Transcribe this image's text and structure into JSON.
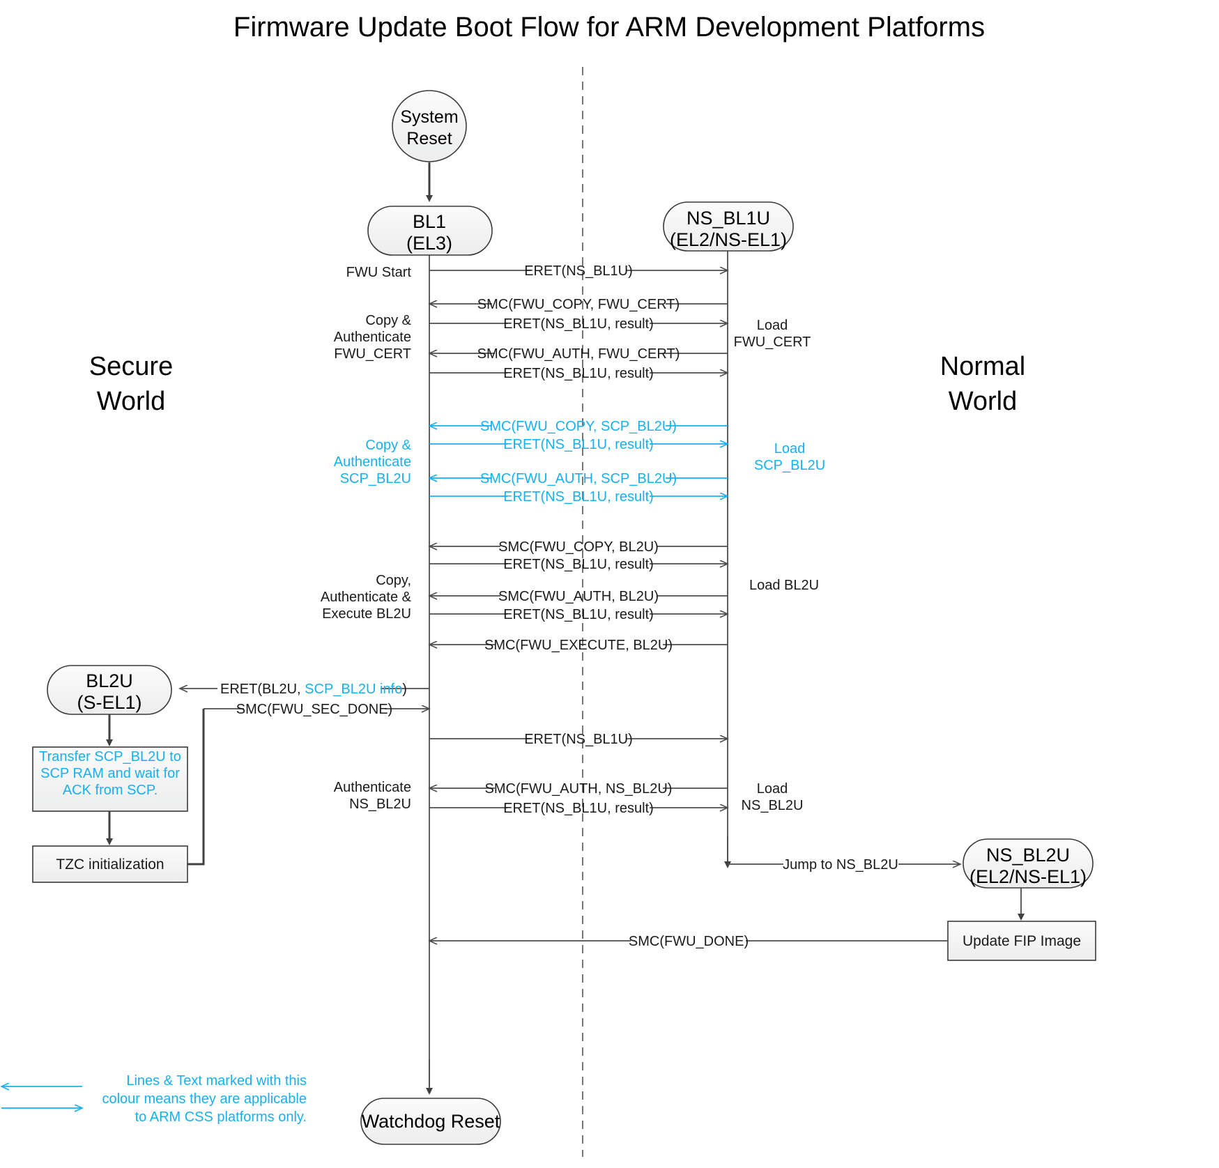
{
  "title": "Firmware Update Boot Flow for ARM Development Platforms",
  "colors": {
    "accent_cyan": "#17b0ef",
    "line_gray": "#4d4d4d",
    "node_fill": "#f2f2f2",
    "text": "#000000"
  },
  "worlds": {
    "secure_line1": "Secure",
    "secure_line2": "World",
    "normal_line1": "Normal",
    "normal_line2": "World"
  },
  "nodes": {
    "system_reset": {
      "line1": "System",
      "line2": "Reset"
    },
    "bl1": {
      "line1": "BL1",
      "line2": "(EL3)"
    },
    "ns_bl1u": {
      "line1": "NS_BL1U",
      "line2": "(EL2/NS-EL1)"
    },
    "bl2u": {
      "line1": "BL2U",
      "line2": "(S-EL1)"
    },
    "ns_bl2u": {
      "line1": "NS_BL2U",
      "line2": "(EL2/NS-EL1)"
    },
    "watchdog_reset": {
      "label": "Watchdog Reset"
    },
    "transfer_box": {
      "line1": "Transfer SCP_BL2U to",
      "line2": "SCP RAM and wait for",
      "line3": "ACK from SCP."
    },
    "tzc_box": {
      "label": "TZC initialization"
    },
    "update_fip_box": {
      "label": "Update FIP Image"
    }
  },
  "messages": [
    {
      "id": "m1",
      "label": "ERET(NS_BL1U)",
      "color": "gray"
    },
    {
      "id": "m2",
      "label": "SMC(FWU_COPY, FWU_CERT)",
      "color": "gray"
    },
    {
      "id": "m3",
      "label": "ERET(NS_BL1U, result)",
      "color": "gray"
    },
    {
      "id": "m4",
      "label": "SMC(FWU_AUTH, FWU_CERT)",
      "color": "gray"
    },
    {
      "id": "m5",
      "label": "ERET(NS_BL1U, result)",
      "color": "gray"
    },
    {
      "id": "m6",
      "label": "SMC(FWU_COPY, SCP_BL2U)",
      "color": "cyan"
    },
    {
      "id": "m7",
      "label": "ERET(NS_BL1U, result)",
      "color": "cyan"
    },
    {
      "id": "m8",
      "label": "SMC(FWU_AUTH, SCP_BL2U)",
      "color": "cyan"
    },
    {
      "id": "m9",
      "label": "ERET(NS_BL1U, result)",
      "color": "cyan"
    },
    {
      "id": "m10",
      "label": "SMC(FWU_COPY, BL2U)",
      "color": "gray"
    },
    {
      "id": "m11",
      "label": "ERET(NS_BL1U, result)",
      "color": "gray"
    },
    {
      "id": "m12",
      "label": "SMC(FWU_AUTH, BL2U)",
      "color": "gray"
    },
    {
      "id": "m13",
      "label": "ERET(NS_BL1U, result)",
      "color": "gray"
    },
    {
      "id": "m14",
      "label": "SMC(FWU_EXECUTE, BL2U)",
      "color": "gray"
    },
    {
      "id": "m15",
      "label_pre": "ERET(BL2U, ",
      "label_cyan": "SCP_BL2U info",
      "label_post": ")",
      "color": "mixed"
    },
    {
      "id": "m16",
      "label": "SMC(FWU_SEC_DONE)",
      "color": "gray"
    },
    {
      "id": "m17",
      "label": "ERET(NS_BL1U)",
      "color": "gray"
    },
    {
      "id": "m18",
      "label": "SMC(FWU_AUTH, NS_BL2U)",
      "color": "gray"
    },
    {
      "id": "m19",
      "label": "ERET(NS_BL1U, result)",
      "color": "gray"
    },
    {
      "id": "m20",
      "label": "Jump to NS_BL2U",
      "color": "gray"
    },
    {
      "id": "m21",
      "label": "SMC(FWU_DONE)",
      "color": "gray"
    }
  ],
  "left_labels": [
    {
      "id": "l1",
      "lines": [
        "FWU Start"
      ],
      "color": "gray"
    },
    {
      "id": "l2",
      "lines": [
        "Copy &",
        "Authenticate",
        "FWU_CERT"
      ],
      "color": "gray"
    },
    {
      "id": "l3",
      "lines": [
        "Copy &",
        "Authenticate",
        "SCP_BL2U"
      ],
      "color": "cyan"
    },
    {
      "id": "l4",
      "lines": [
        "Copy,",
        "Authenticate &",
        "Execute BL2U"
      ],
      "color": "gray"
    },
    {
      "id": "l5",
      "lines": [
        "Authenticate",
        "NS_BL2U"
      ],
      "color": "gray"
    }
  ],
  "right_labels": [
    {
      "id": "r1",
      "lines": [
        "Load",
        "FWU_CERT"
      ],
      "color": "gray"
    },
    {
      "id": "r2",
      "lines": [
        "Load",
        "SCP_BL2U"
      ],
      "color": "cyan"
    },
    {
      "id": "r3",
      "lines": [
        "Load BL2U"
      ],
      "color": "gray"
    },
    {
      "id": "r4",
      "lines": [
        "Load",
        "NS_BL2U"
      ],
      "color": "gray"
    }
  ],
  "legend": {
    "line1": "Lines & Text marked with this",
    "line2": "colour means they are applicable",
    "line3": "to ARM CSS platforms only."
  }
}
